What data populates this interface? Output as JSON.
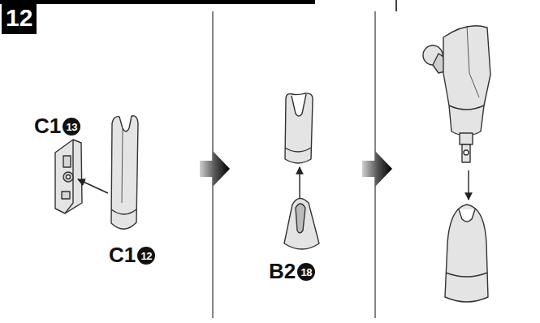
{
  "diagram": {
    "nodes": [
      {
        "text": [
          "12"
        ]
      }
    ],
    "labels": [
      "C1",
      "13",
      "C1",
      "12",
      "B2",
      "18"
    ]
  }
}
